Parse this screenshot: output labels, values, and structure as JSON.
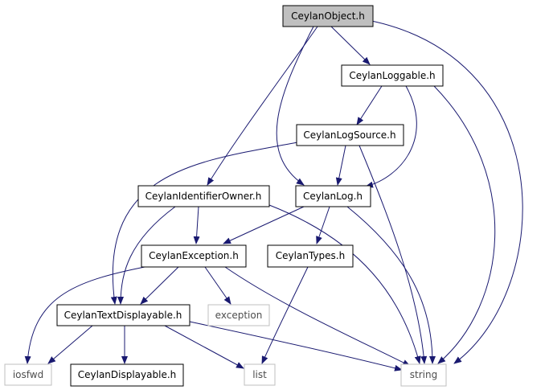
{
  "colors": {
    "edge": "#191970",
    "node_border_black": "#000000",
    "node_border_gray": "#bfbfbf",
    "node_fill_root": "#bfbfbf",
    "node_fill": "#ffffff",
    "text_black": "#000000",
    "text_gray": "#4d4d4d"
  },
  "nodes": {
    "ceylanobject": {
      "label": "CeylanObject.h"
    },
    "ceylanloggable": {
      "label": "CeylanLoggable.h"
    },
    "ceylanlogsource": {
      "label": "CeylanLogSource.h"
    },
    "ceylanidentifierowner": {
      "label": "CeylanIdentifierOwner.h"
    },
    "ceylanlog": {
      "label": "CeylanLog.h"
    },
    "ceylanexception": {
      "label": "CeylanException.h"
    },
    "ceylantypes": {
      "label": "CeylanTypes.h"
    },
    "ceylantextdisplayable": {
      "label": "CeylanTextDisplayable.h"
    },
    "exception": {
      "label": "exception"
    },
    "iosfwd": {
      "label": "iosfwd"
    },
    "ceylandisplayable": {
      "label": "CeylanDisplayable.h"
    },
    "list": {
      "label": "list"
    },
    "string": {
      "label": "string"
    }
  },
  "edges": [
    [
      "ceylanobject",
      "ceylanloggable"
    ],
    [
      "ceylanobject",
      "ceylanidentifierowner"
    ],
    [
      "ceylanobject",
      "ceylanlog"
    ],
    [
      "ceylanobject",
      "string"
    ],
    [
      "ceylanloggable",
      "ceylanlogsource"
    ],
    [
      "ceylanloggable",
      "ceylanlog"
    ],
    [
      "ceylanloggable",
      "string"
    ],
    [
      "ceylanlogsource",
      "ceylanlog"
    ],
    [
      "ceylanlogsource",
      "ceylantextdisplayable"
    ],
    [
      "ceylanlogsource",
      "string"
    ],
    [
      "ceylanidentifierowner",
      "ceylanexception"
    ],
    [
      "ceylanidentifierowner",
      "ceylantextdisplayable"
    ],
    [
      "ceylanidentifierowner",
      "string"
    ],
    [
      "ceylanlog",
      "ceylanexception"
    ],
    [
      "ceylanlog",
      "ceylantypes"
    ],
    [
      "ceylanlog",
      "string"
    ],
    [
      "ceylanexception",
      "ceylantextdisplayable"
    ],
    [
      "ceylanexception",
      "exception"
    ],
    [
      "ceylanexception",
      "iosfwd"
    ],
    [
      "ceylanexception",
      "string"
    ],
    [
      "ceylantypes",
      "list"
    ],
    [
      "ceylantextdisplayable",
      "iosfwd"
    ],
    [
      "ceylantextdisplayable",
      "ceylandisplayable"
    ],
    [
      "ceylantextdisplayable",
      "list"
    ],
    [
      "ceylantextdisplayable",
      "string"
    ]
  ]
}
